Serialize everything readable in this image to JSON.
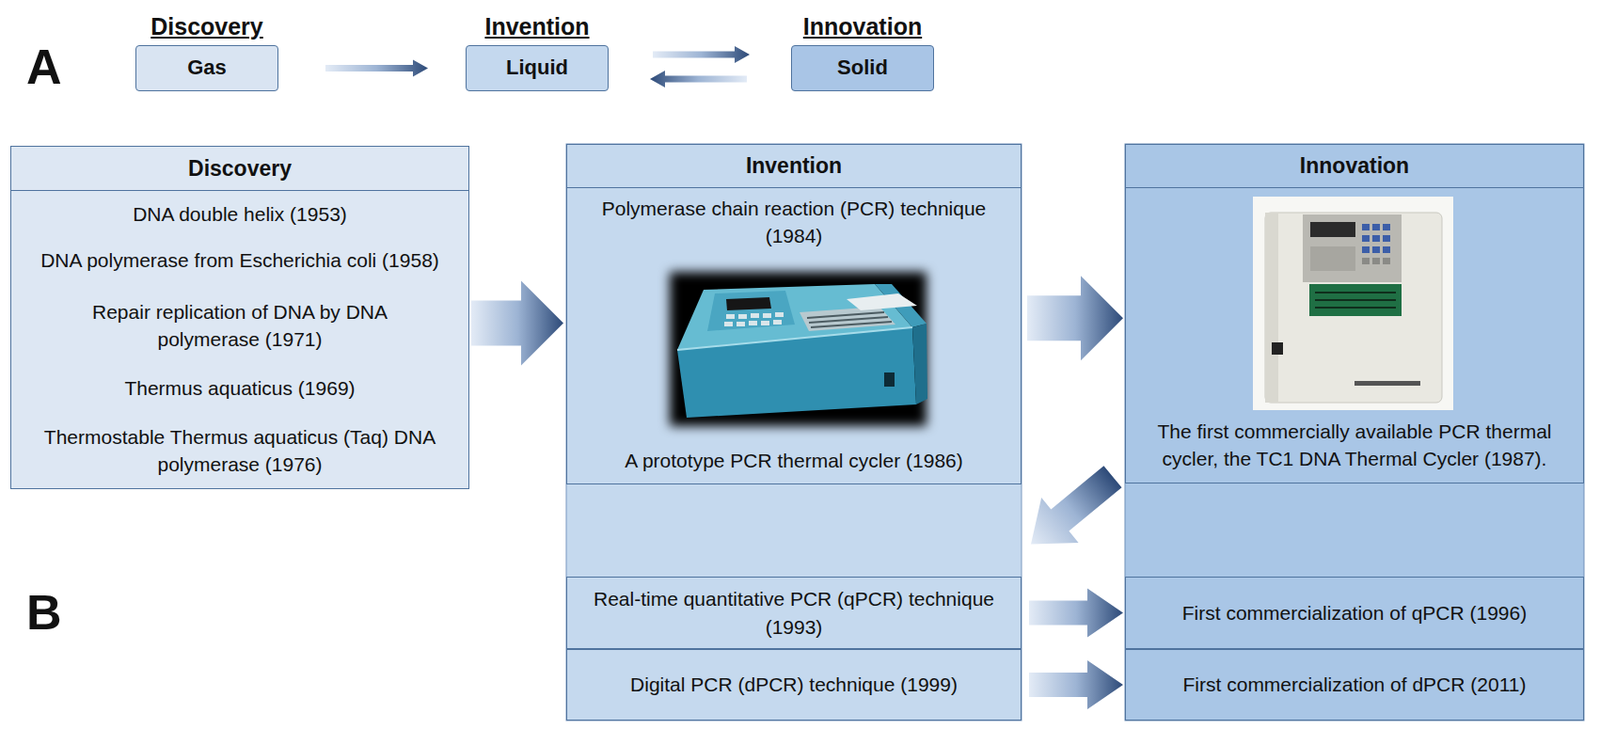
{
  "diagram": {
    "nodes": [
      {
        "text": [
          "Discovery",
          "Gas"
        ]
      },
      {
        "text": [
          "Invention",
          "Liquid"
        ]
      },
      {
        "text": [
          "Innovation",
          "Solid"
        ]
      },
      {
        "text": [
          "Discovery",
          "DNA double helix (1953)",
          "DNA polymerase from Escherichia coli (1958)",
          "Repair replication of DNA by DNA polymerase (1971)",
          "Thermus aquaticus (1969)",
          "Thermostable Thermus aquaticus (Taq) DNA polymerase (1976)"
        ]
      },
      {
        "text": [
          "Invention",
          "Polymerase chain reaction (PCR) technique (1984)",
          "A prototype PCR thermal cycler (1986)"
        ]
      },
      {
        "text": [
          "Innovation",
          "The first commercially available PCR thermal cycler, the TC1 DNA Thermal Cycler (1987)."
        ]
      },
      {
        "text": [
          "Real-time quantitative PCR (qPCR) technique (1993)"
        ]
      },
      {
        "text": [
          "First commercialization of qPCR (1996)"
        ]
      },
      {
        "text": [
          "Digital PCR (dPCR) technique (1999)"
        ]
      },
      {
        "text": [
          "First commercialization of dPCR (2011)"
        ]
      }
    ],
    "edges": [
      {
        "from": 0,
        "to": 1,
        "arrow": "to"
      },
      {
        "from": 1,
        "to": 2,
        "arrow": "to"
      },
      {
        "from": 2,
        "to": 1,
        "arrow": "to"
      },
      {
        "from": 3,
        "to": 4,
        "arrow": "to"
      },
      {
        "from": 4,
        "to": 5,
        "arrow": "to"
      },
      {
        "from": 5,
        "to": 4,
        "arrow": "to"
      },
      {
        "from": 6,
        "to": 7,
        "arrow": "to"
      },
      {
        "from": 8,
        "to": 9,
        "arrow": "to"
      }
    ],
    "labels": [
      "A",
      "B"
    ]
  }
}
